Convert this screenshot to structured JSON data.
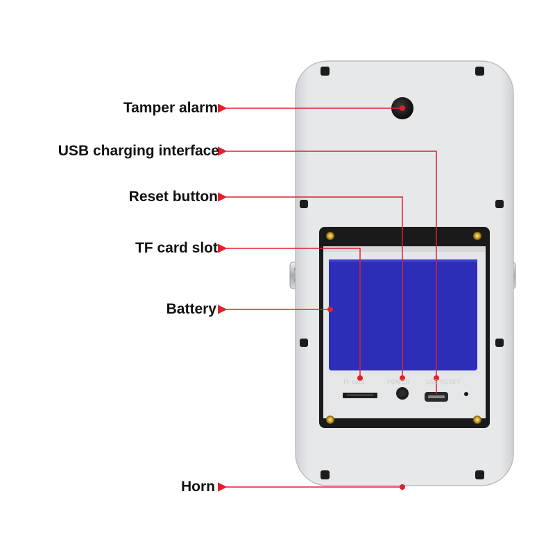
{
  "labels": {
    "tamper_alarm": "Tamper alarm",
    "usb_charging": "USB charging interface",
    "reset_button": "Reset button",
    "tf_card_slot": "TF card slot",
    "battery": "Battery",
    "horn": "Horn"
  },
  "board_text": {
    "tf_card": "TF card",
    "power": "POWER",
    "usb_reset": "USB RESET"
  },
  "colors": {
    "accent": "#e0202a",
    "battery": "#2c2eb8",
    "housing": "#e2e4e6",
    "panel": "#1a1a1a"
  },
  "icons": [
    "screw-icon",
    "tamper-switch-icon",
    "usb-port-icon",
    "power-button-icon",
    "tf-slot-icon"
  ]
}
